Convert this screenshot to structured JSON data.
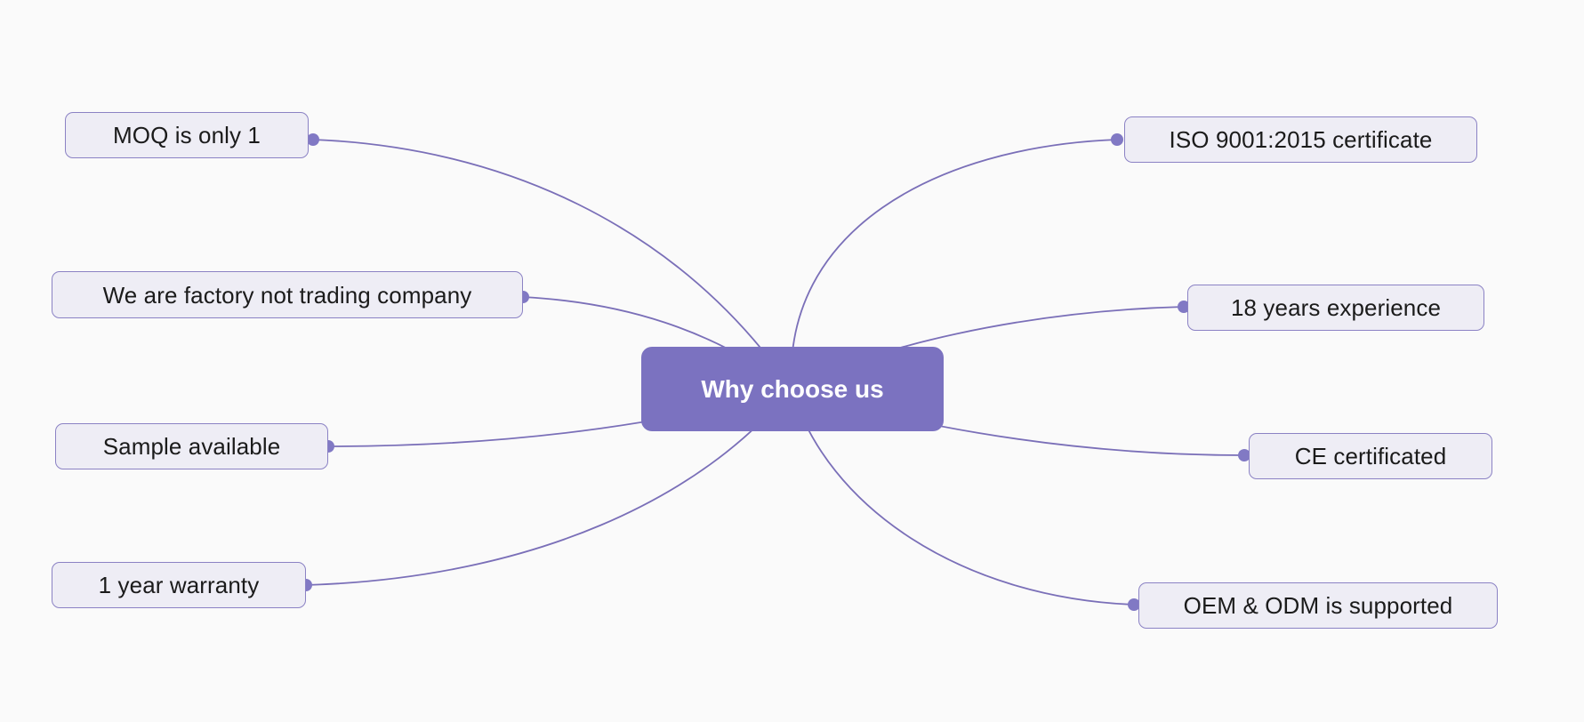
{
  "diagram": {
    "type": "mind-map",
    "title": "Why choose us",
    "background_color": "#fafafa",
    "central": {
      "label": "Why choose us",
      "fill_color": "#7b72c0",
      "text_color": "#ffffff"
    },
    "leaf_style": {
      "fill_color": "#eeedf5",
      "border_color": "#8b82c4",
      "text_color": "#1b1b1b"
    },
    "edge_style": {
      "stroke_color": "#7a6fb8",
      "dot_color": "#8179c4"
    },
    "branches_left": [
      {
        "label": "MOQ is only 1"
      },
      {
        "label": "We are factory not trading company"
      },
      {
        "label": "Sample available"
      },
      {
        "label": "1 year warranty"
      }
    ],
    "branches_right": [
      {
        "label": "ISO 9001:2015 certificate"
      },
      {
        "label": "18 years experience"
      },
      {
        "label": "CE certificated"
      },
      {
        "label": "OEM & ODM is supported"
      }
    ]
  }
}
